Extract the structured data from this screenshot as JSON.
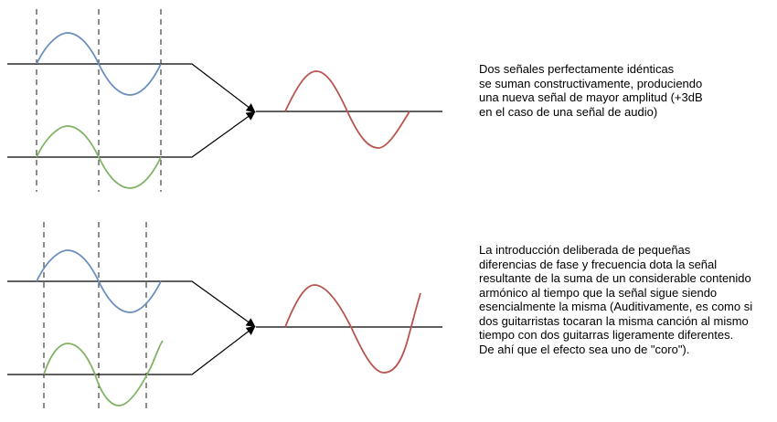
{
  "colors": {
    "blue_wave": "#6c8ebf",
    "green_wave": "#82b366",
    "red_wave": "#b85450",
    "lines": "#000000",
    "dashes": "#444444"
  },
  "panels": [
    {
      "id": "constructive",
      "caption": "Dos señales perfectamente idénticas\nse suman constructivamente, produciendo\nuna nueva señal de mayor amplitud (+3dB\nen el caso de una señal de audio)"
    },
    {
      "id": "chorus",
      "caption": "La introducción deliberada de pequeñas\ndiferencias de fase y frecuencia dota la señal\nresultante de la suma de un considerable contenido\narmónico al tiempo que la señal sigue siendo\nesencialmente la misma (Auditivamente, es como si\ndos guitarristas tocaran la misma canción al mismo\ntiempo con dos guitarras ligeramente diferentes.\nDe ahí que el efecto sea uno de \"coro\")."
    }
  ]
}
